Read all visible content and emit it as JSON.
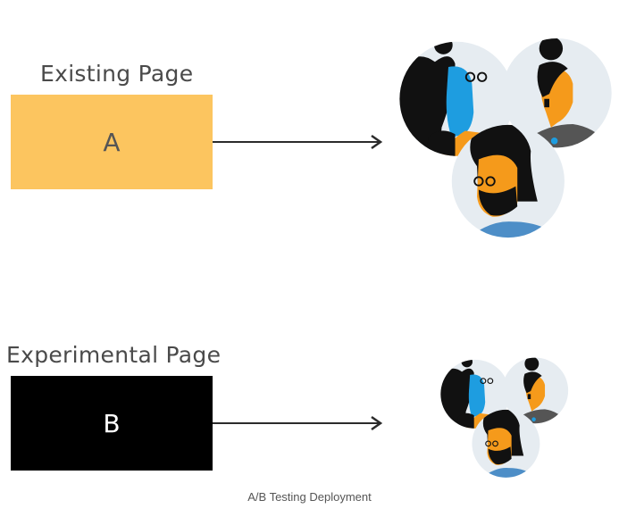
{
  "variant_a": {
    "title": "Existing Page",
    "box_label": "A",
    "box_color": "#fcc55f",
    "label_color": "#555555"
  },
  "variant_b": {
    "title": "Experimental Page",
    "box_label": "B",
    "box_color": "#000000",
    "label_color": "#ffffff"
  },
  "users_illustration": {
    "icon": "users-group-icon",
    "colors": {
      "circle_bg": "#e6ecf1",
      "skin_orange": "#f59a1b",
      "shirt_blue": "#1e9de0",
      "shirt_dark": "#555555",
      "hair": "#111111",
      "shirt_steel": "#4d8ec7"
    }
  },
  "caption": "A/B Testing Deployment"
}
